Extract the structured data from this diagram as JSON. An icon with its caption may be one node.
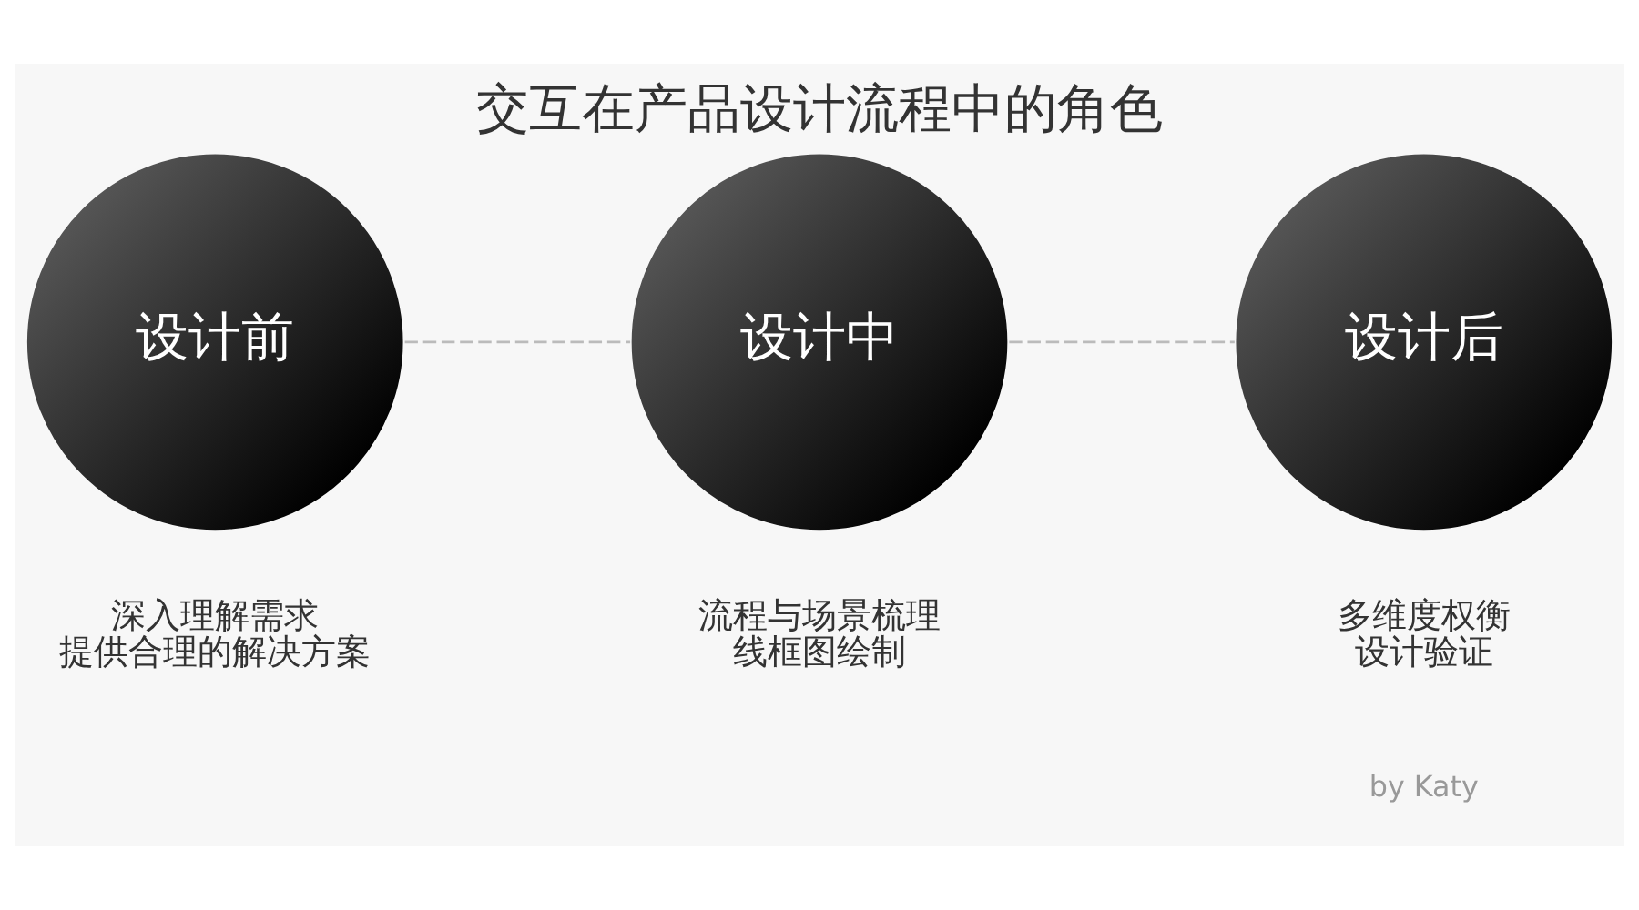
{
  "diagram": {
    "title": "交互在产品设计流程中的角色",
    "nodes": [
      {
        "text": [
          "设计前"
        ],
        "beside": [
          "深入理解需求",
          "提供合理的解决方案"
        ]
      },
      {
        "text": [
          "设计中"
        ],
        "beside": [
          "流程与场景梳理",
          "线框图绘制"
        ]
      },
      {
        "text": [
          "设计后"
        ],
        "beside": [
          "多维度权衡",
          "设计验证"
        ]
      }
    ],
    "edges": [
      {
        "from": 0,
        "to": 1,
        "arrow": "none",
        "style": "dashed"
      },
      {
        "from": 1,
        "to": 2,
        "arrow": "none",
        "style": "dashed"
      }
    ],
    "labels": [
      "by Katy"
    ]
  }
}
